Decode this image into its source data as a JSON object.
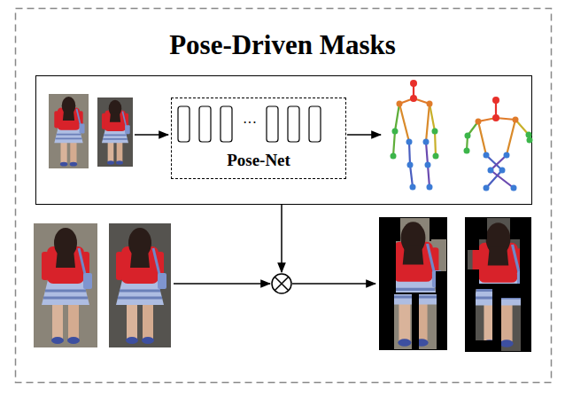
{
  "diagram": {
    "title": "Pose-Driven Masks",
    "nodes": [
      {
        "text": [
          "Pose-Net"
        ]
      }
    ],
    "labels": [
      "···"
    ]
  }
}
